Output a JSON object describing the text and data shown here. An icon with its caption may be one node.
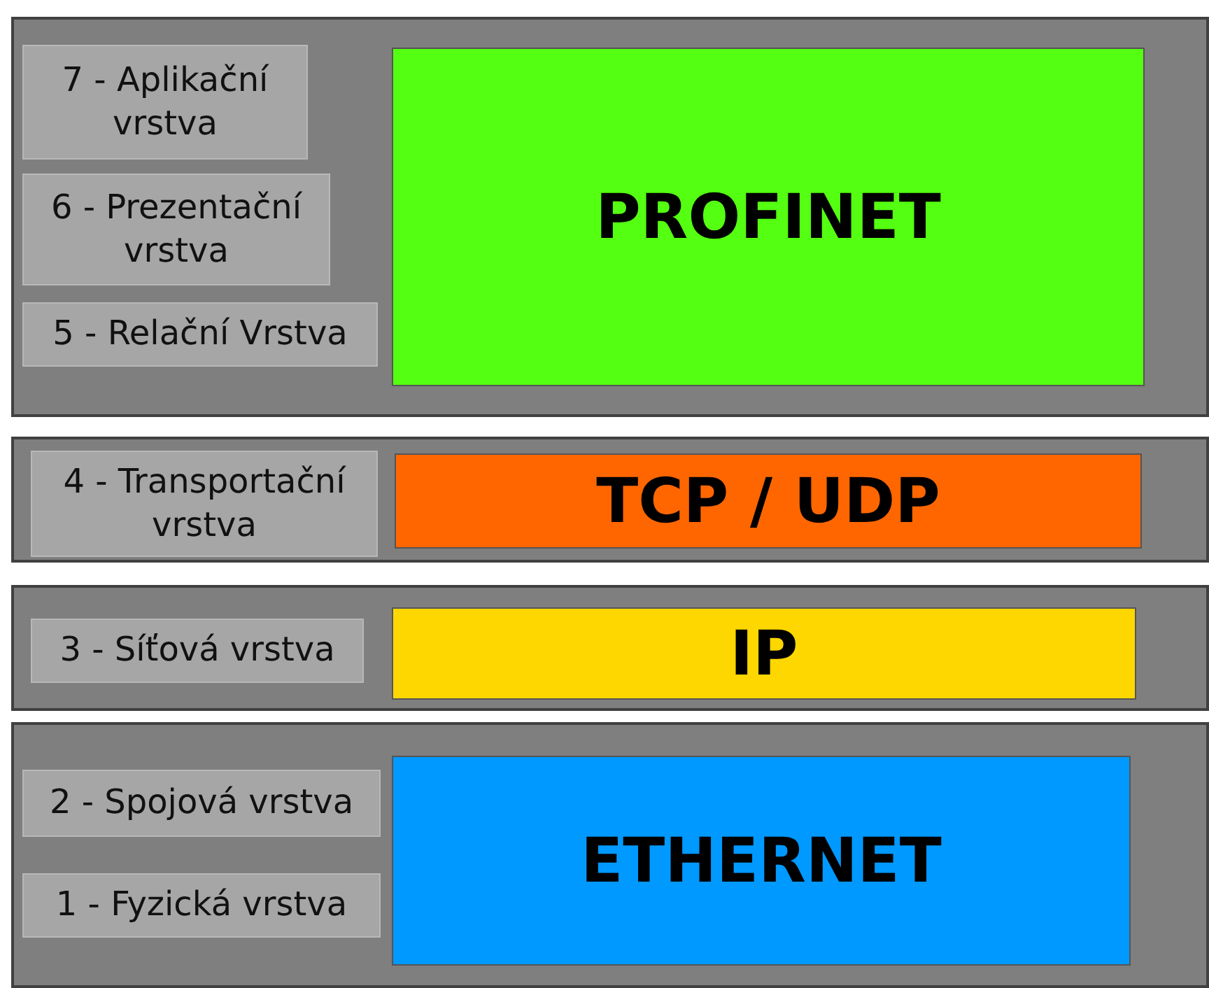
{
  "diagram": {
    "nodes": [
      {
        "text": [],
        "shape": "box"
      },
      {
        "text": [
          "7 - Aplikační vrstva"
        ],
        "in": 0
      },
      {
        "text": [
          "6 - Prezentační vrstva"
        ],
        "in": 0
      },
      {
        "text": [
          "5 - Relační Vrstva"
        ],
        "in": 0
      },
      {
        "text": [
          "PROFINET"
        ],
        "in": 0
      },
      {
        "text": [],
        "shape": "box"
      },
      {
        "text": [
          "4 - Transportační vrstva"
        ],
        "in": 5
      },
      {
        "text": [
          "TCP / UDP"
        ],
        "in": 5
      },
      {
        "text": [],
        "shape": "box"
      },
      {
        "text": [
          "3 - Síťová vrstva"
        ],
        "in": 8
      },
      {
        "text": [
          "IP"
        ],
        "in": 8
      },
      {
        "text": [],
        "shape": "box"
      },
      {
        "text": [
          "2 - Spojová vrstva"
        ],
        "in": 11
      },
      {
        "text": [
          "1 - Fyzická vrstva"
        ],
        "in": 11
      },
      {
        "text": [
          "ETHERNET"
        ],
        "in": 11
      }
    ]
  }
}
